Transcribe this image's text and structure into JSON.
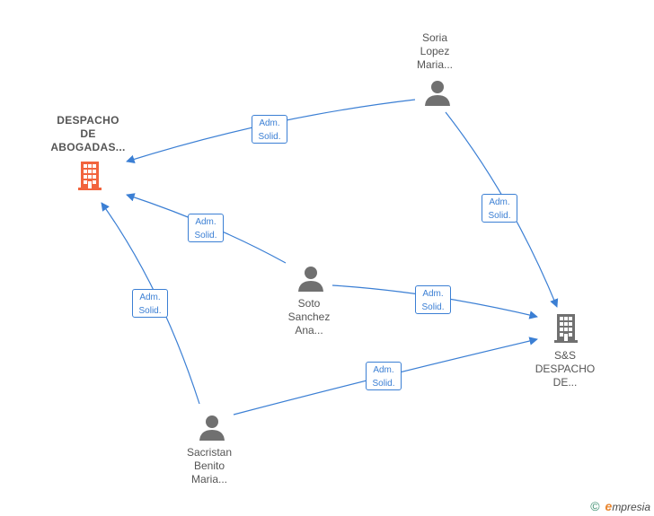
{
  "nodes": {
    "despacho_abogadas": {
      "label_lines": [
        "DESPACHO",
        "DE",
        "ABOGADAS..."
      ],
      "type": "company",
      "color": "#f2643d"
    },
    "soria_lopez": {
      "label_lines": [
        "Soria",
        "Lopez",
        "Maria..."
      ],
      "type": "person",
      "color": "#707070"
    },
    "soto_sanchez": {
      "label_lines": [
        "Soto",
        "Sanchez",
        "Ana..."
      ],
      "type": "person",
      "color": "#707070"
    },
    "sacristan_benito": {
      "label_lines": [
        "Sacristan",
        "Benito",
        "Maria..."
      ],
      "type": "person",
      "color": "#707070"
    },
    "ss_despacho": {
      "label_lines": [
        "S&S",
        "DESPACHO",
        "DE..."
      ],
      "type": "company",
      "color": "#707070"
    }
  },
  "edges": [
    {
      "from": "soria_lopez",
      "to": "despacho_abogadas",
      "label_lines": [
        "Adm.",
        "Solid."
      ]
    },
    {
      "from": "soto_sanchez",
      "to": "despacho_abogadas",
      "label_lines": [
        "Adm.",
        "Solid."
      ]
    },
    {
      "from": "sacristan_benito",
      "to": "despacho_abogadas",
      "label_lines": [
        "Adm.",
        "Solid."
      ]
    },
    {
      "from": "soria_lopez",
      "to": "ss_despacho",
      "label_lines": [
        "Adm.",
        "Solid."
      ]
    },
    {
      "from": "soto_sanchez",
      "to": "ss_despacho",
      "label_lines": [
        "Adm.",
        "Solid."
      ]
    },
    {
      "from": "sacristan_benito",
      "to": "ss_despacho",
      "label_lines": [
        "Adm.",
        "Solid."
      ]
    }
  ],
  "footer": {
    "copyright_symbol": "©",
    "brand_initial": "e",
    "brand_rest": "mpresia"
  },
  "colors": {
    "edge": "#3b7fd4",
    "accent_company": "#f2643d",
    "neutral_icon": "#707070"
  }
}
